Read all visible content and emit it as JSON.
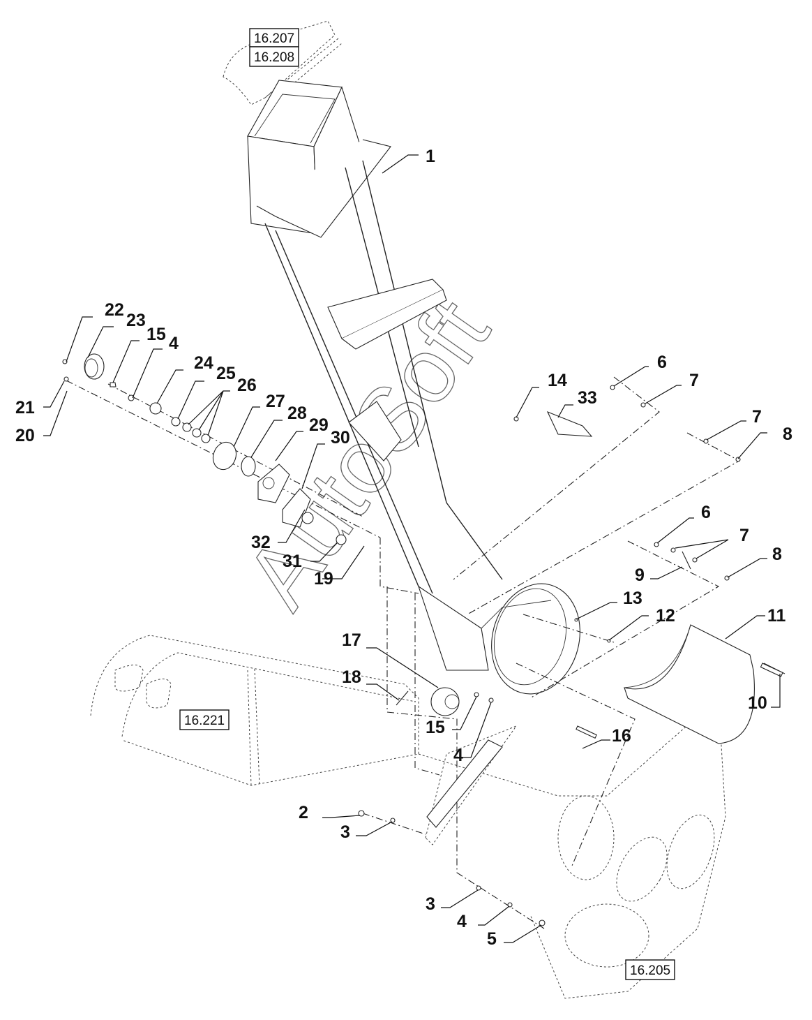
{
  "diagram": {
    "type": "exploded parts diagram",
    "watermark": "AutoSoft",
    "reference_boxes": [
      {
        "id": "ref-16-207",
        "label": "16.207"
      },
      {
        "id": "ref-16-208",
        "label": "16.208"
      },
      {
        "id": "ref-16-221",
        "label": "16.221"
      },
      {
        "id": "ref-16-205",
        "label": "16.205"
      }
    ],
    "callouts": [
      {
        "label": "1"
      },
      {
        "label": "22"
      },
      {
        "label": "23"
      },
      {
        "label": "15"
      },
      {
        "label": "4"
      },
      {
        "label": "24"
      },
      {
        "label": "25"
      },
      {
        "label": "26"
      },
      {
        "label": "27"
      },
      {
        "label": "28"
      },
      {
        "label": "29"
      },
      {
        "label": "30"
      },
      {
        "label": "21"
      },
      {
        "label": "20"
      },
      {
        "label": "32"
      },
      {
        "label": "31"
      },
      {
        "label": "19"
      },
      {
        "label": "14"
      },
      {
        "label": "33"
      },
      {
        "label": "6"
      },
      {
        "label": "7"
      },
      {
        "label": "7"
      },
      {
        "label": "8"
      },
      {
        "label": "6"
      },
      {
        "label": "7"
      },
      {
        "label": "8"
      },
      {
        "label": "9"
      },
      {
        "label": "13"
      },
      {
        "label": "12"
      },
      {
        "label": "11"
      },
      {
        "label": "10"
      },
      {
        "label": "17"
      },
      {
        "label": "18"
      },
      {
        "label": "15"
      },
      {
        "label": "4"
      },
      {
        "label": "16"
      },
      {
        "label": "2"
      },
      {
        "label": "3"
      },
      {
        "label": "3"
      },
      {
        "label": "4"
      },
      {
        "label": "5"
      }
    ]
  }
}
